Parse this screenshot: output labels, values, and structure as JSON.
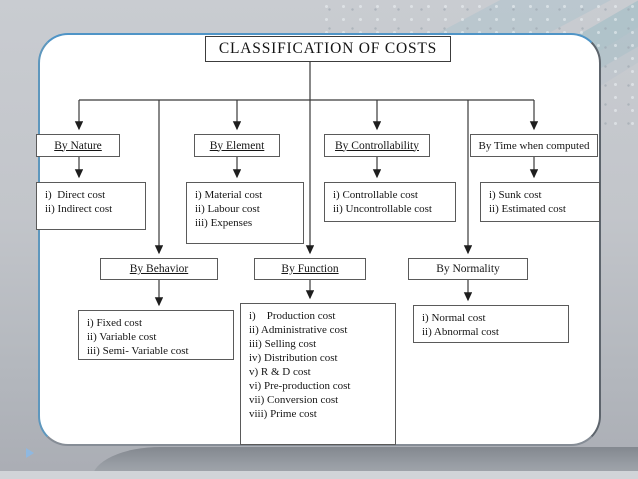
{
  "slide": {
    "title": "CLASSIFICATION OF COSTS"
  },
  "diagram": {
    "nodes": {
      "nature": {
        "label": "By Nature",
        "items": [
          "i)  Direct cost",
          "ii) Indirect cost"
        ]
      },
      "element": {
        "label": "By Element",
        "items": [
          "i) Material cost",
          "ii) Labour cost",
          "iii) Expenses"
        ]
      },
      "controllability": {
        "label": "By Controllability",
        "items": [
          "i) Controllable cost",
          "ii) Uncontrollable cost"
        ]
      },
      "time": {
        "label": "By Time when computed",
        "items": [
          "i) Sunk cost",
          "ii) Estimated cost"
        ]
      },
      "behavior": {
        "label": "By Behavior",
        "items": [
          "i) Fixed cost",
          "ii) Variable cost",
          "iii) Semi- Variable cost"
        ]
      },
      "function": {
        "label": "By Function",
        "items": [
          "i)    Production cost",
          "ii) Administrative cost",
          "iii) Selling cost",
          "iv) Distribution cost",
          "v) R & D cost",
          "vi) Pre-production cost",
          "vii) Conversion cost",
          "viii) Prime cost"
        ]
      },
      "normality": {
        "label": "By Normality",
        "items": [
          "i) Normal cost",
          "ii) Abnormal cost"
        ]
      }
    }
  },
  "colors": {
    "card_border_blue": "#4f94c6",
    "line_color": "#3a3a3a",
    "background_gray": "#c2c5ca"
  }
}
